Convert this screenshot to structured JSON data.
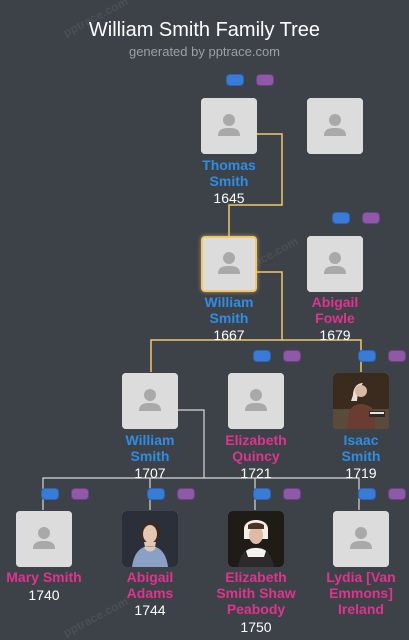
{
  "header": {
    "title": "William Smith Family Tree",
    "subtitle": "generated by pptrace.com",
    "watermark": "pptrace.com"
  },
  "people": [
    {
      "id": "thomas",
      "first": "Thomas",
      "last": "Smith",
      "year": "1645",
      "gender": "male",
      "photo": "placeholder"
    },
    {
      "id": "thomas-spouse",
      "first": "",
      "last": "",
      "year": "",
      "gender": "unknown",
      "photo": "placeholder"
    },
    {
      "id": "william1667",
      "first": "William",
      "last": "Smith",
      "year": "1667",
      "gender": "male",
      "photo": "placeholder",
      "focus": true
    },
    {
      "id": "abigail-fowle",
      "first": "Abigail",
      "last": "Fowle",
      "year": "1679",
      "gender": "female",
      "photo": "placeholder"
    },
    {
      "id": "william1707",
      "first": "William",
      "last": "Smith",
      "year": "1707",
      "gender": "male",
      "photo": "placeholder"
    },
    {
      "id": "elizabeth-quincy",
      "first": "Elizabeth",
      "last": "Quincy",
      "year": "1721",
      "gender": "female",
      "photo": "placeholder"
    },
    {
      "id": "isaac",
      "first": "Isaac",
      "last": "Smith",
      "year": "1719",
      "gender": "male",
      "photo": "portrait"
    },
    {
      "id": "mary",
      "first": "Mary Smith",
      "last": "",
      "year": "1740",
      "gender": "female",
      "photo": "placeholder"
    },
    {
      "id": "abigail-adams",
      "first": "Abigail",
      "last": "Adams",
      "year": "1744",
      "gender": "female",
      "photo": "portrait"
    },
    {
      "id": "elizabeth-peabody",
      "first": "Elizabeth",
      "last": "Smith Shaw Peabody",
      "year": "1750",
      "gender": "female",
      "photo": "portrait"
    },
    {
      "id": "lydia",
      "first": "Lydia [Van",
      "last": "Emmons] Ireland",
      "year": "",
      "gender": "female",
      "photo": "placeholder"
    }
  ],
  "colors": {
    "background": "#3d4249",
    "male": "#2f8de4",
    "female": "#e0338f",
    "lineage_line": "#f2c86a",
    "line": "#d8d8d8",
    "toggle_blue": "#3a7bd5",
    "toggle_purple": "#8e5aa8"
  },
  "icons": [
    "person-silhouette-icon",
    "expand-ancestors-toggle",
    "expand-descendants-toggle"
  ]
}
